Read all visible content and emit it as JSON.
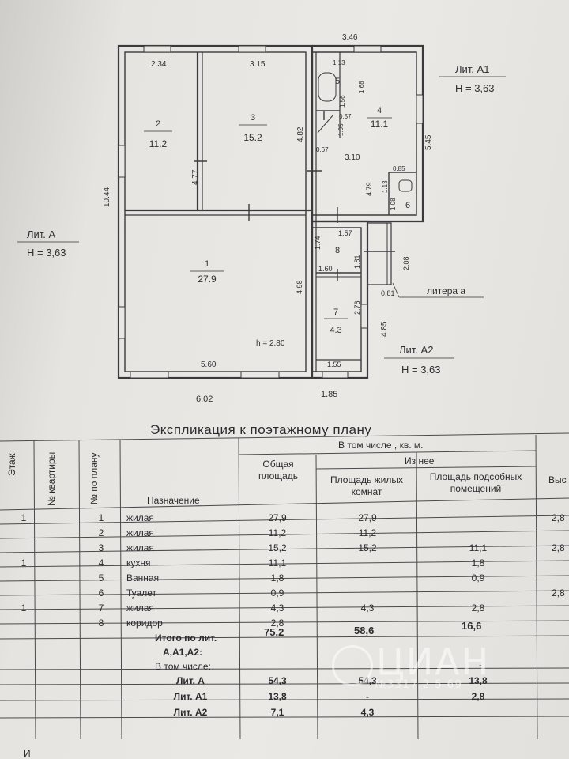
{
  "plan": {
    "dims": {
      "top_total": "3.46",
      "room2_top": "2.34",
      "room3_top": "3.15",
      "left_total": "10.44",
      "room2_right": "4.77",
      "room3_right": "4.82",
      "d113": "1.13",
      "d168": "1.68",
      "d156": "1.56",
      "d057": "0.57",
      "d105": "1.05",
      "d067": "0.67",
      "d310": "3.10",
      "d085": "0.85",
      "d479": "4.79",
      "d113b": "1.13",
      "d108": "1.08",
      "right_545": "5.45",
      "d174": "1.74",
      "d157": "1.57",
      "d181": "1.81",
      "d208": "2.08",
      "d160": "1.60",
      "d081": "0.81",
      "d498": "4.98",
      "d276": "2.76",
      "d485": "4.85",
      "d560": "5.60",
      "d155": "1.55",
      "bottom_602": "6.02",
      "bottom_185": "1.85"
    },
    "rooms": [
      {
        "num": "2",
        "area": "11.2"
      },
      {
        "num": "3",
        "area": "15.2"
      },
      {
        "num": "1",
        "area": "27.9"
      },
      {
        "num": "4",
        "area": "11.1"
      },
      {
        "num": "5",
        "area": ""
      },
      {
        "num": "6",
        "area": ""
      },
      {
        "num": "8",
        "area": ""
      },
      {
        "num": "7",
        "area": "4.3"
      }
    ],
    "h_room1": "h = 2.80",
    "lit_a": {
      "name": "Лит. А",
      "h": "H = 3,63"
    },
    "lit_a1": {
      "name": "Лит. А1",
      "h": "H = 3,63"
    },
    "lit_a2": {
      "name": "Лит. А2",
      "h": "H = 3,63"
    },
    "litera_a": "литера а"
  },
  "explication": {
    "title": "Экспликация  к  поэтажному  плану",
    "headers": {
      "floor": "Этаж",
      "apartment": "№ квартиры",
      "plan_no": "№ по плану",
      "purpose": "Назначение",
      "total": "Общая площадь",
      "incl": "В том числе , кв. м.",
      "of_which": "Из нее",
      "living": "Площадь жилых комнат",
      "aux": "Площадь подсобных помещений",
      "height": "Выс"
    },
    "rows": [
      {
        "floor": "1",
        "num": "1",
        "name": "жилая",
        "total": "27,9",
        "living": "27,9",
        "aux": "",
        "h": "2,8"
      },
      {
        "floor": "",
        "num": "2",
        "name": "жилая",
        "total": "11,2",
        "living": "11,2",
        "aux": "",
        "h": ""
      },
      {
        "floor": "",
        "num": "3",
        "name": "жилая",
        "total": "15,2",
        "living": "15,2",
        "aux": "11,1",
        "h": "2,8"
      },
      {
        "floor": "1",
        "num": "4",
        "name": "кухня",
        "total": "11,1",
        "living": "",
        "aux": "1,8",
        "h": ""
      },
      {
        "floor": "",
        "num": "5",
        "name": "Ванная",
        "total": "1,8",
        "living": "",
        "aux": "0,9",
        "h": ""
      },
      {
        "floor": "",
        "num": "6",
        "name": "Туалет",
        "total": "0,9",
        "living": "",
        "aux": "",
        "h": "2,8"
      },
      {
        "floor": "1",
        "num": "7",
        "name": "жилая",
        "total": "4,3",
        "living": "4,3",
        "aux": "2,8",
        "h": ""
      },
      {
        "floor": "",
        "num": "8",
        "name": "коридор",
        "total": "2,8",
        "living": "",
        "aux": "",
        "h": ""
      }
    ],
    "total_row": {
      "label_1": "Итого по лит.",
      "label_2": "А,А1,А2:",
      "total": "75.2",
      "living": "58,6",
      "aux": "16,6"
    },
    "incl_label": "В том числе:",
    "incl_dash": "-",
    "sub_rows": [
      {
        "name": "Лит. А",
        "total": "54,3",
        "living": "54,3",
        "aux": "13,8"
      },
      {
        "name": "Лит. А1",
        "total": "13,8",
        "living": "-",
        "aux": "2,8"
      },
      {
        "name": "Лит. А2",
        "total": "7,1",
        "living": "4,3",
        "aux": ""
      }
    ]
  },
  "watermark": {
    "brand": "ЦИАН",
    "code": "№3317 2 5 69"
  },
  "footer_fragment": "И"
}
